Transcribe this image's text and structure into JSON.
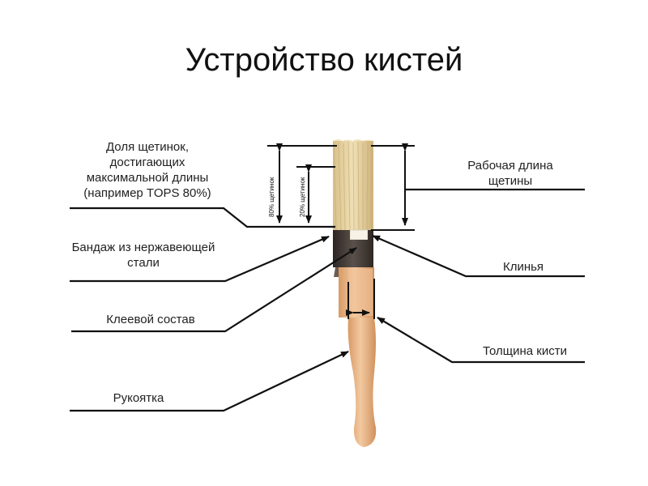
{
  "title": "Устройство кистей",
  "labels": {
    "tips_share": [
      "Доля щетинок,",
      "достигающих",
      "максимальной длины",
      "(например TOPS 80%)"
    ],
    "ferrule": [
      "Бандаж из нержавеющей",
      "стали"
    ],
    "adhesive": "Клеевой состав",
    "handle": "Рукоятка",
    "working_length": [
      "Рабочая длина",
      "щетины"
    ],
    "wedges": "Клинья",
    "thickness": "Толщина кисти"
  },
  "dimension_labels": {
    "bristles_80": "80% щетинок",
    "bristles_20": "20% щетинок"
  },
  "colors": {
    "line": "#111111",
    "bristle": "#e6d2a0",
    "bristle_dark": "#c9ae75",
    "ferrule": "#3a3330",
    "wood": "#e9b98a",
    "wood_dark": "#c98d5c"
  }
}
